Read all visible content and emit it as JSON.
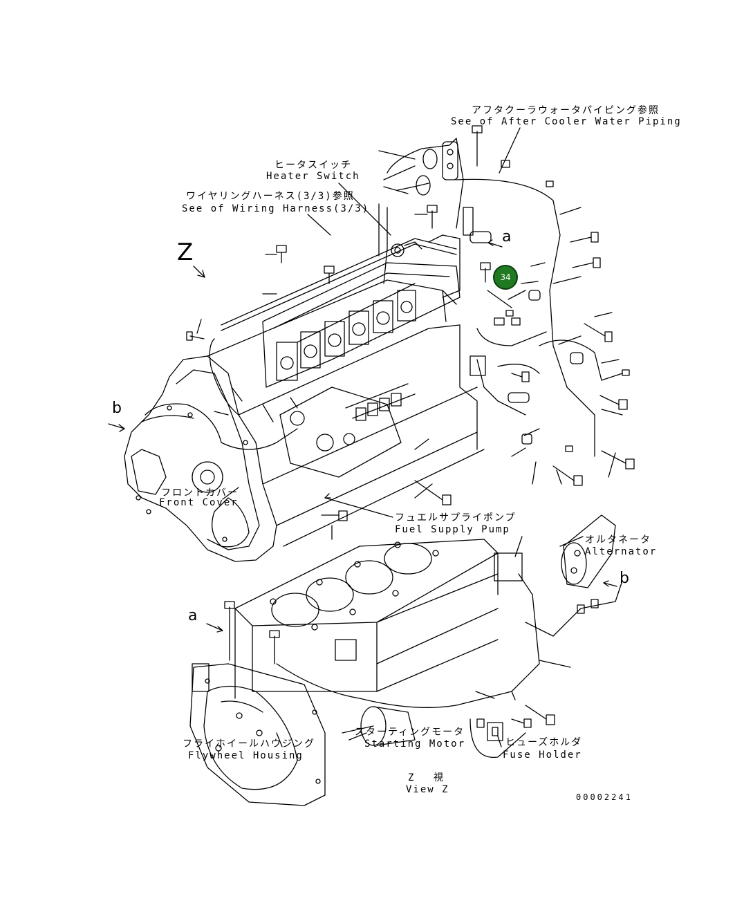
{
  "labels": {
    "after_cooler_jp": "アフタクーラウォータパイピング参照",
    "after_cooler_en": "See of After Cooler Water Piping",
    "heater_switch_jp": "ヒータスイッチ",
    "heater_switch_en": "Heater Switch",
    "wiring_harness_jp": "ワイヤリングハーネス(3/3)参照",
    "wiring_harness_en": "See of Wiring Harness(3/3)",
    "front_cover_jp": "フロントカバー",
    "front_cover_en": "Front Cover",
    "fuel_pump_jp": "フュエルサプライポンプ",
    "fuel_pump_en": "Fuel Supply Pump",
    "alternator_jp": "オルタネータ",
    "alternator_en": "Alternator",
    "starting_motor_jp": "スターティングモータ",
    "starting_motor_en": "Starting Motor",
    "flywheel_jp": "フライホイールハウジング",
    "flywheel_en": "Flywheel Housing",
    "fuse_holder_jp": "ヒューズホルダ",
    "fuse_holder_en": "Fuse Holder",
    "view_z_jp": "Z 視",
    "view_z_en": "View Z",
    "drawing_no": "00002241"
  },
  "callouts": {
    "z": "Z",
    "a_top": "a",
    "a_bottom": "a",
    "b_left": "b",
    "b_right": "b"
  },
  "part_badge": "34",
  "colors": {
    "badge_fill": "#1f7a22",
    "line": "#000000"
  }
}
